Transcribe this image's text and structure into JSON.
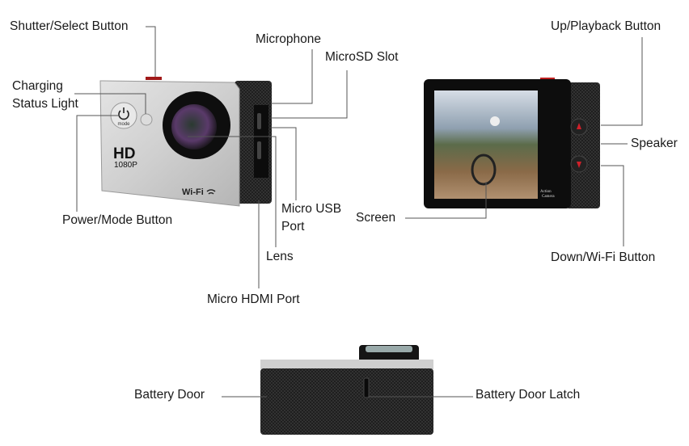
{
  "labels": {
    "shutter": "Shutter/Select Button",
    "charging_1": "Charging",
    "charging_2": "Status Light",
    "power_mode": "Power/Mode Button",
    "microphone": "Microphone",
    "microsd": "MicroSD Slot",
    "micro_usb_1": "Micro USB",
    "micro_usb_2": "Port",
    "lens": "Lens",
    "micro_hdmi": "Micro HDMI Port",
    "up_playback": "Up/Playback Button",
    "speaker": "Speaker",
    "down_wifi": "Down/Wi-Fi Button",
    "screen": "Screen",
    "battery_door": "Battery Door",
    "battery_door_latch": "Battery Door Latch"
  },
  "camera_markings": {
    "hd": "HD",
    "resolution": "1080P",
    "wifi": "Wi-Fi",
    "mode": "mode",
    "screen_brand_1": "Action",
    "screen_brand_2": "Camera"
  },
  "colors": {
    "silver": "#c9c9c9",
    "body_black": "#1b1b1b",
    "button_red": "#d0202a",
    "leader_line": "#555555"
  }
}
